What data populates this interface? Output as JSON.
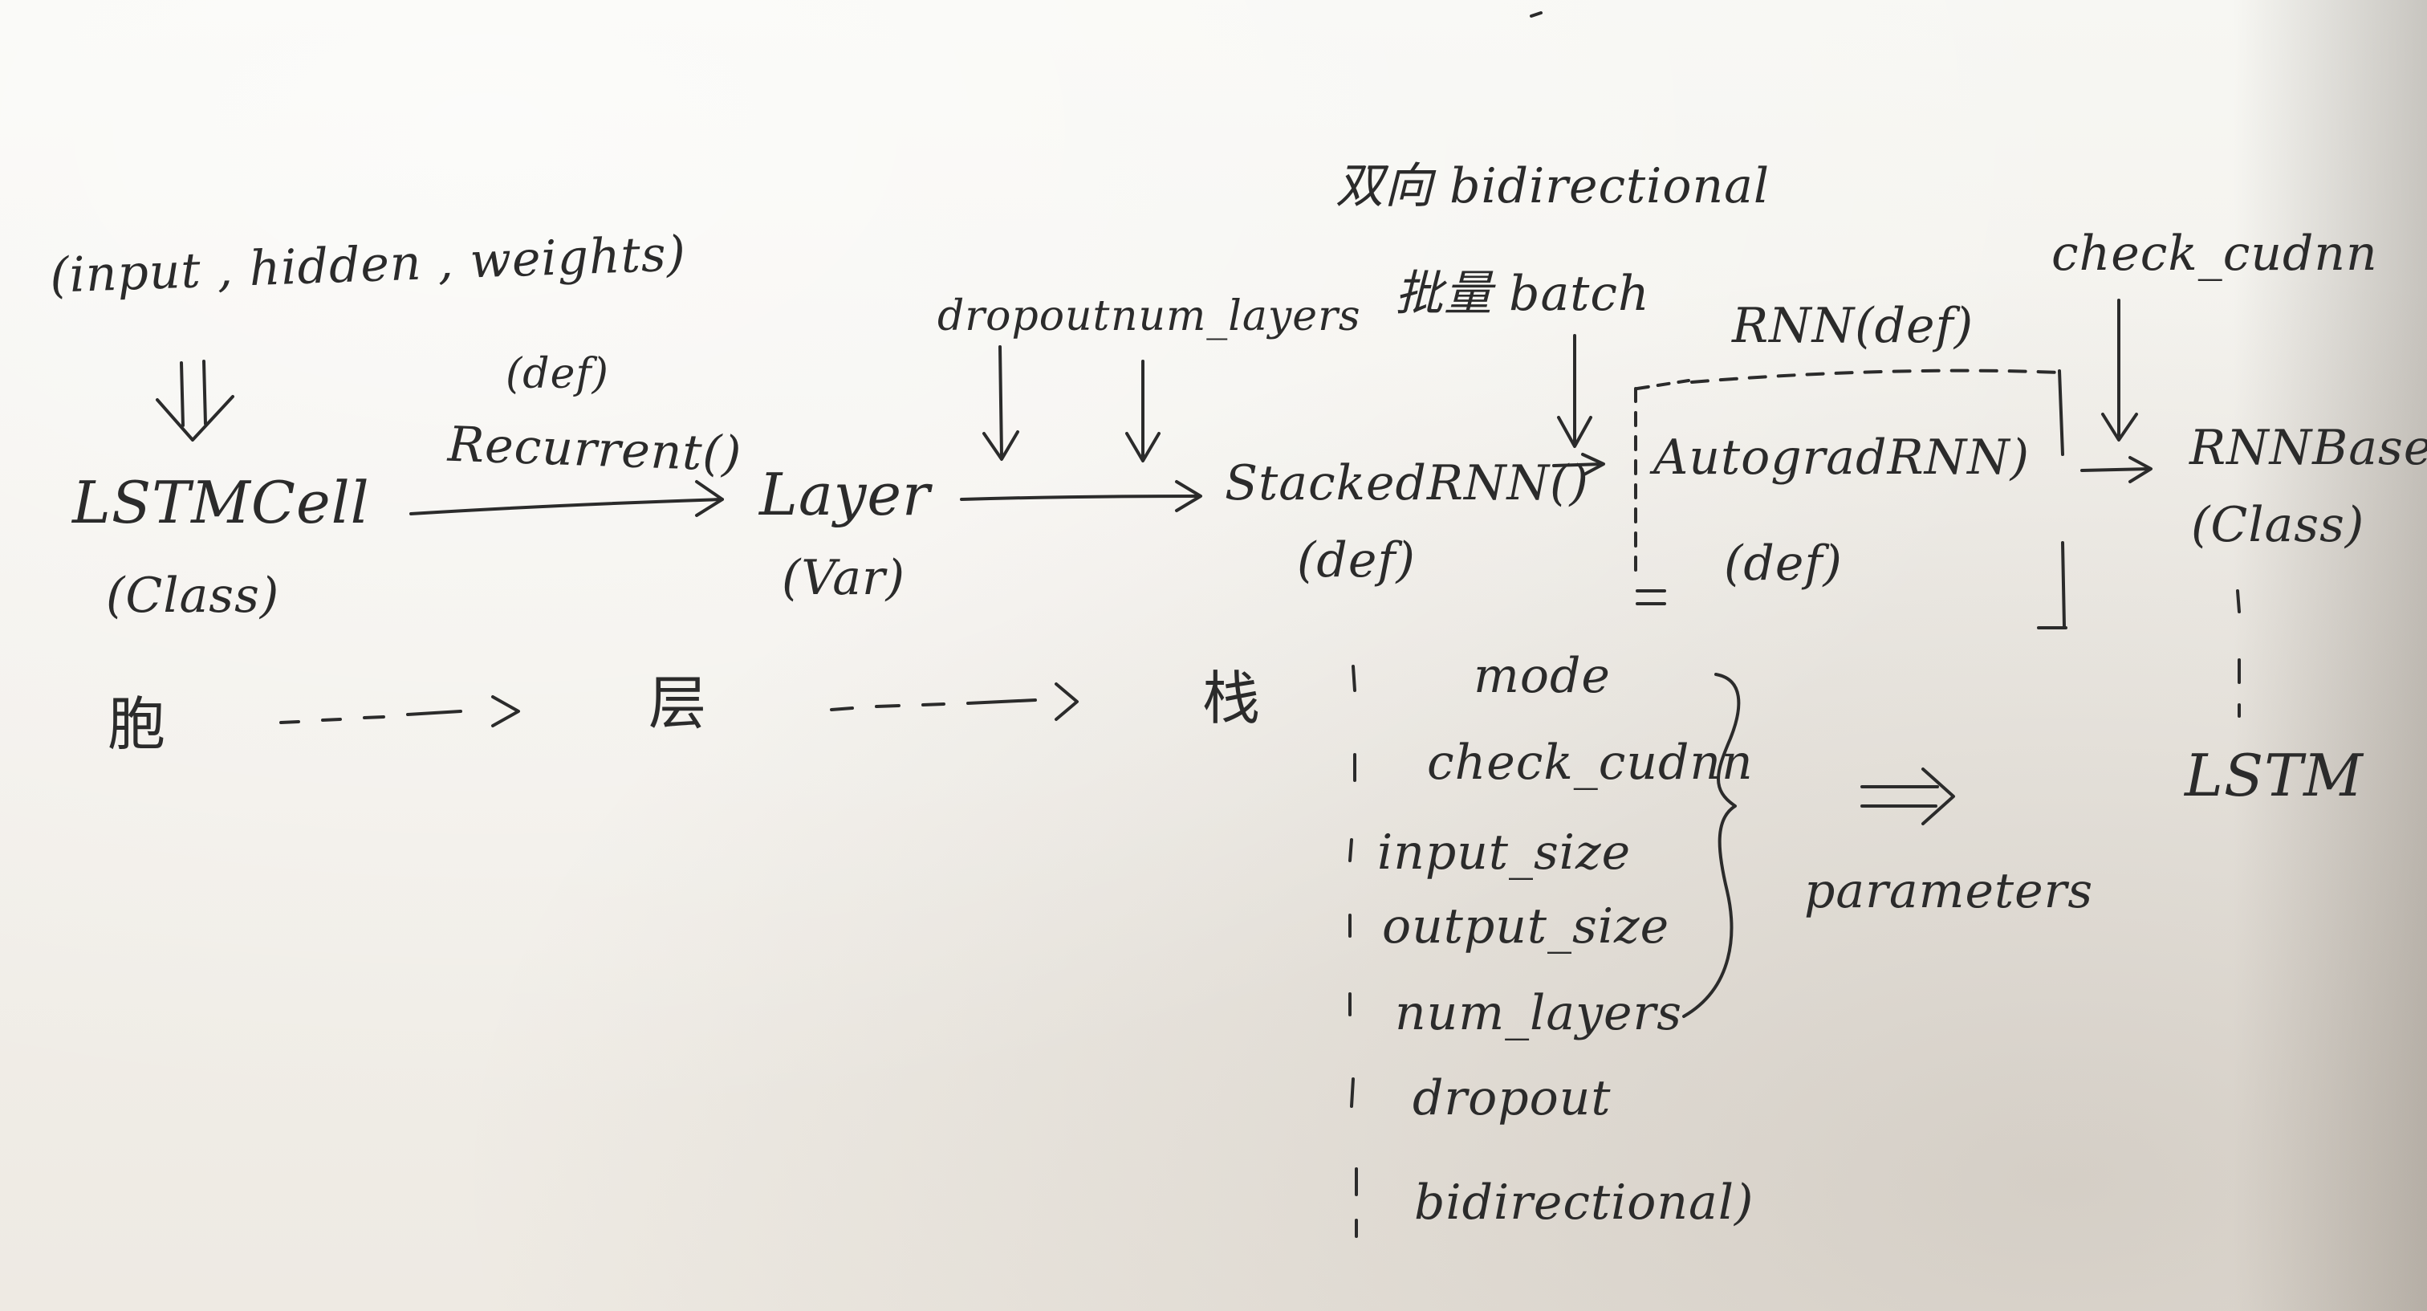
{
  "top_inputs": "(input , hidden , weights)",
  "nodes": {
    "lstmcell": {
      "name": "LSTMCell",
      "kind": "(Class)"
    },
    "recurrent": {
      "kind": "(def)",
      "name": "Recurrent()"
    },
    "layer": {
      "name": "Layer",
      "kind": "(Var)"
    },
    "stacked": {
      "name": "StackedRNN()",
      "kind": "(def)"
    },
    "autograd": {
      "name": "AutogradRNN)",
      "kind": "(def)",
      "group_label": "RNN(def)"
    },
    "rnnbase": {
      "name": "RNNBase",
      "kind": "(Class)"
    },
    "lstm": {
      "name": "LSTM"
    }
  },
  "annotations": {
    "dropout": "dropout",
    "num_layers": "num_layers",
    "bidirectional": "双向 bidirectional",
    "batch": "批量 batch",
    "check_cudnn": "check_cudnn"
  },
  "bottom_row": {
    "cell": "胞",
    "layer": "层",
    "stack": "栈"
  },
  "params_list": [
    "mode",
    "check_cudnn",
    "input_size",
    "output_size",
    "num_layers",
    "dropout",
    "bidirectional)"
  ],
  "params_label": "parameters",
  "colors": {
    "ink": "#2b2b2b",
    "paper": "#f5f4ef"
  }
}
